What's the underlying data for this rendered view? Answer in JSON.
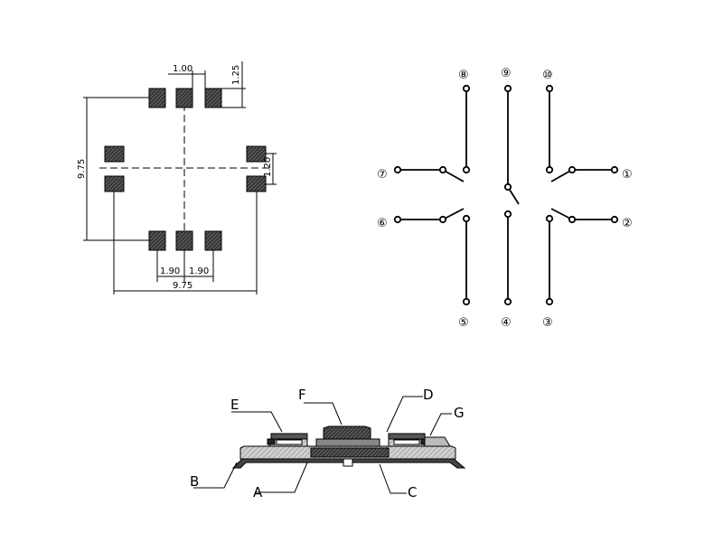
{
  "footprint": {
    "dim_pad_pitch_top": "1.00",
    "dim_pad_height": "1.25",
    "dim_height": "9.75",
    "dim_side_gap": "1.20",
    "dim_bottom_left": "1.90",
    "dim_bottom_right": "1.90",
    "dim_width": "9.75"
  },
  "schematic": {
    "pins": {
      "p1": "①",
      "p2": "②",
      "p3": "③",
      "p4": "④",
      "p5": "⑤",
      "p6": "⑥",
      "p7": "⑦",
      "p8": "⑧",
      "p9": "⑨",
      "p10": "⑩"
    }
  },
  "section": {
    "labels": {
      "A": "A",
      "B": "B",
      "C": "C",
      "D": "D",
      "E": "E",
      "F": "F",
      "G": "G"
    }
  },
  "colors": {
    "line": "#000000",
    "hatch": "#333333",
    "fill_light": "#cfcfcf"
  }
}
